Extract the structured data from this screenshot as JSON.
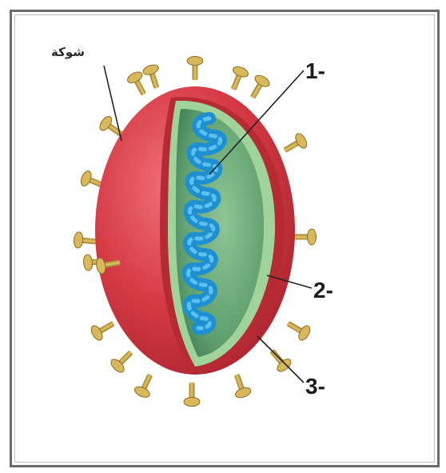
{
  "labels": {
    "spike": "شوكة",
    "one": "1-",
    "two": "2-",
    "three": "3-"
  },
  "colors": {
    "envelope": "#d63a44",
    "envelope_dark": "#a8232d",
    "capsid_rim": "#9fd39a",
    "capsid_inner": "#5f9f6f",
    "genome": "#1e8fd0",
    "spike": "#c8a64a",
    "frame": "#6a6a6a"
  }
}
